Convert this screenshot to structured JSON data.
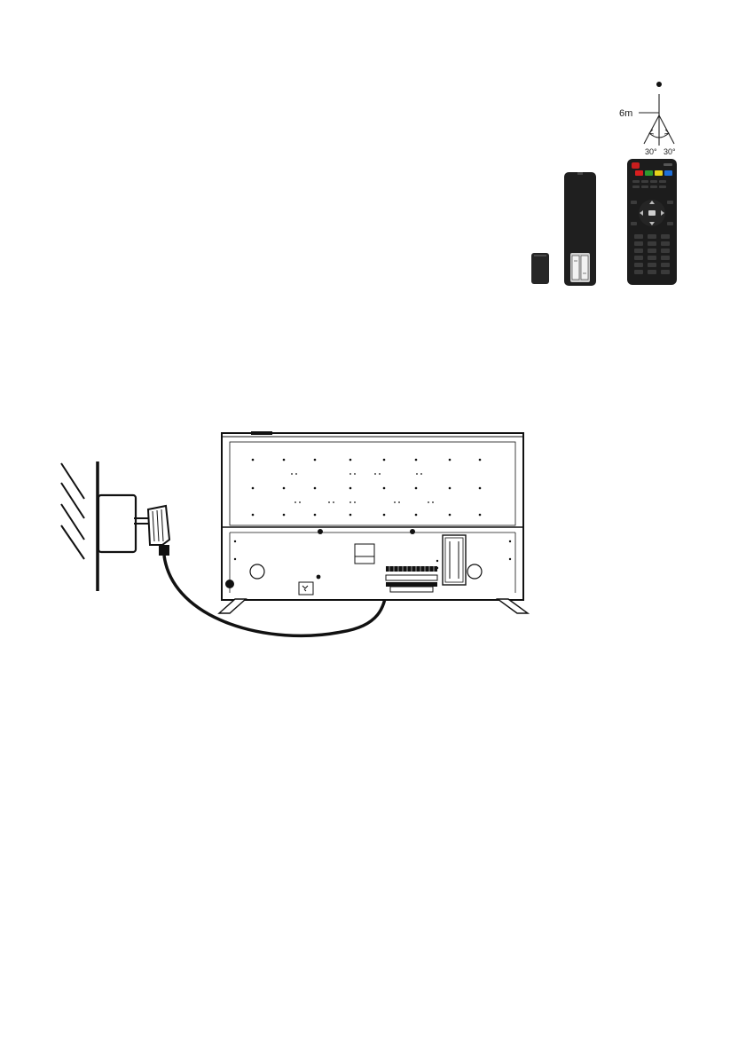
{
  "remote_range": {
    "distance_label": "6m",
    "angle_left_label": "30°",
    "angle_right_label": "30°"
  },
  "remote_buttons": {
    "color_keys": [
      "#d81e1e",
      "#2e9b2e",
      "#e6d21a",
      "#1e6fd8"
    ],
    "power_color": "#c81e1e"
  }
}
